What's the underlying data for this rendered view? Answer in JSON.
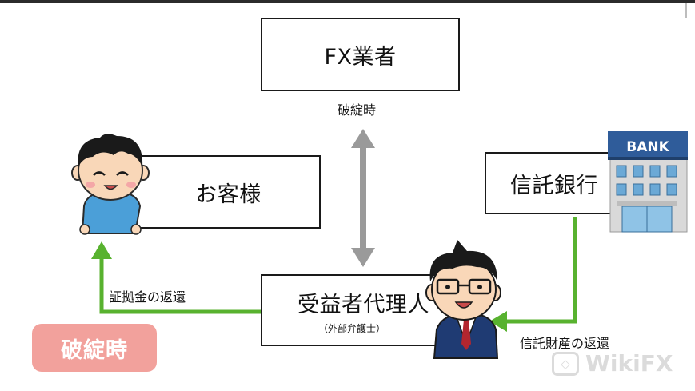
{
  "boxes": {
    "fx_dealer": "FX業者",
    "customer": "お客様",
    "trust_bank": "信託銀行",
    "beneficiary_agent": "受益者代理人",
    "beneficiary_agent_sub": "（外部弁護士）"
  },
  "labels": {
    "bankruptcy_top": "破綻時",
    "margin_return": "証拠金の返還",
    "trust_property_return": "信託財産の返還"
  },
  "badge": {
    "text": "破綻時"
  },
  "bank_sign": "BANK",
  "watermark": {
    "logo_glyph": "◇",
    "text": "WikiFX"
  },
  "colors": {
    "green_arrow": "#58b22f",
    "gray_arrow": "#9a9a9a",
    "badge_bg": "#f2a19c",
    "box_border": "#1a1a1a"
  }
}
